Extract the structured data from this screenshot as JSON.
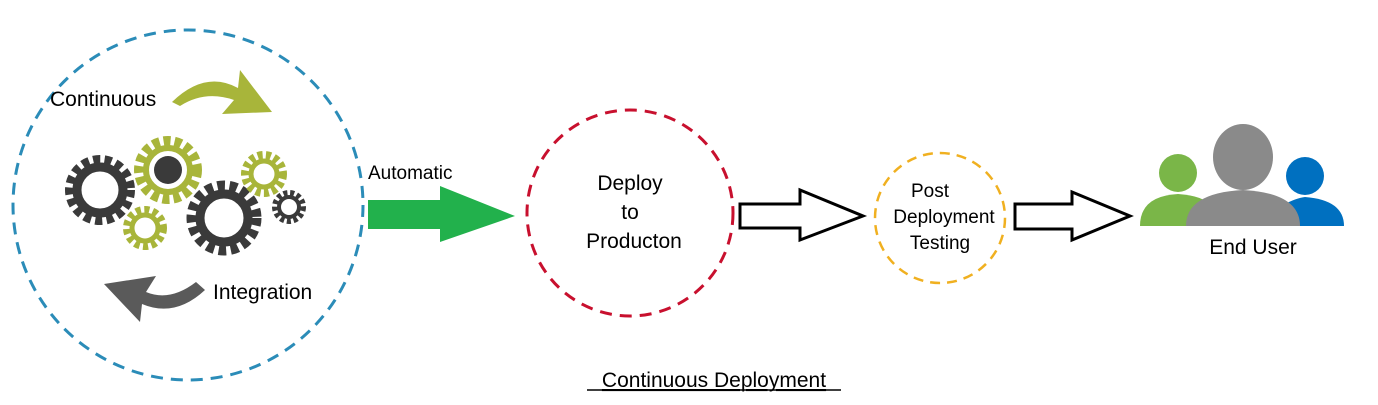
{
  "diagram": {
    "ci": {
      "label_top": "Continuous",
      "label_bottom": "Integration"
    },
    "automatic_label": "Automatic",
    "deploy": {
      "line1": "Deploy",
      "line2": "to",
      "line3": "Producton"
    },
    "testing": {
      "line1": "Post",
      "line2": "Deployment",
      "line3": "Testing"
    },
    "end_user_label": "End User",
    "caption": "Continuous Deployment"
  },
  "colors": {
    "ci_circle": "#2b8cb8",
    "deploy_circle": "#c8102e",
    "testing_circle": "#f0b020",
    "gear_dark": "#3a3a3a",
    "gear_green": "#a8b53a",
    "automatic_arrow": "#22b14c",
    "user_left": "#7ab648",
    "user_center": "#8a8a8a",
    "user_right": "#0070c0"
  },
  "icons": [
    "gear-icon",
    "curved-arrow-icon",
    "arrow-right-icon",
    "user-group-icon"
  ]
}
